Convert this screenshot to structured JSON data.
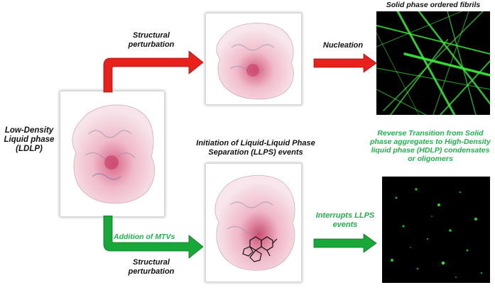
{
  "labels": {
    "ldlp": "Low-Density Liquid phase (LDLP)",
    "top_arrow": "Structural perturbation",
    "nucleation": "Nucleation",
    "fibrils_title": "Solid phase ordered fibrils",
    "llps_title": "Initiation of Liquid-Liquid Phase Separation (LLPS) events",
    "mtv": "Addition of MTVs",
    "bottom_arrow": "Structural perturbation",
    "interrupts": "Interrupts LLPS events",
    "reverse": "Reverse Transition from Solid phase aggregates to High-Density liquid phase (HDLP) condensates or oligomers"
  },
  "colors": {
    "red_arrow": "#e8211c",
    "green_arrow": "#18a83a",
    "green_text": "#22b14c",
    "fibril_green": "#3cf03c",
    "protein_pink": "#e8a6b8"
  },
  "icons": {
    "protein": "protein-surface-icon",
    "fibrils": "fibril-micrograph",
    "condensates": "condensate-micrograph"
  }
}
